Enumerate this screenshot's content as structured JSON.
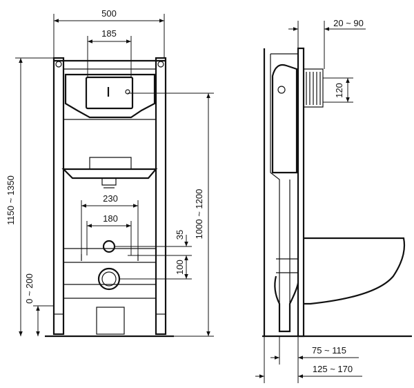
{
  "front_view": {
    "width_total": "500",
    "flush_plate_width": "185",
    "height_total": "1150 ~ 1350",
    "height_actuator": "1000 ~ 1200",
    "foot_adjust": "0 ~ 200",
    "bolt_spacing_outer": "230",
    "bolt_spacing_inner": "180",
    "inlet_offset": "35",
    "outlet_offset": "100"
  },
  "side_view": {
    "wall_depth": "20 ~ 90",
    "flush_height": "120",
    "frame_depth_a": "75 ~ 115",
    "frame_depth_b": "125 ~ 170"
  }
}
